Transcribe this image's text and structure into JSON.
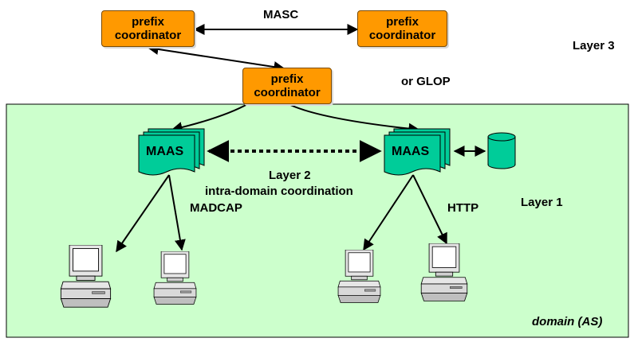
{
  "prefix_label_line1": "prefix",
  "prefix_label_line2": "coordinator",
  "masc": "MASC",
  "layer3": "Layer 3",
  "glop": "or GLOP",
  "maas": "MAAS",
  "layer2": "Layer 2",
  "intra": "intra-domain coordination",
  "madcap": "MADCAP",
  "layer1": "Layer 1",
  "http": "HTTP",
  "domain": "domain (AS)",
  "colors": {
    "coordinator": "#ff9900",
    "domain_bg": "#ccffcc",
    "maas": "#00cc99",
    "computer_body": "#e6e6e6"
  }
}
